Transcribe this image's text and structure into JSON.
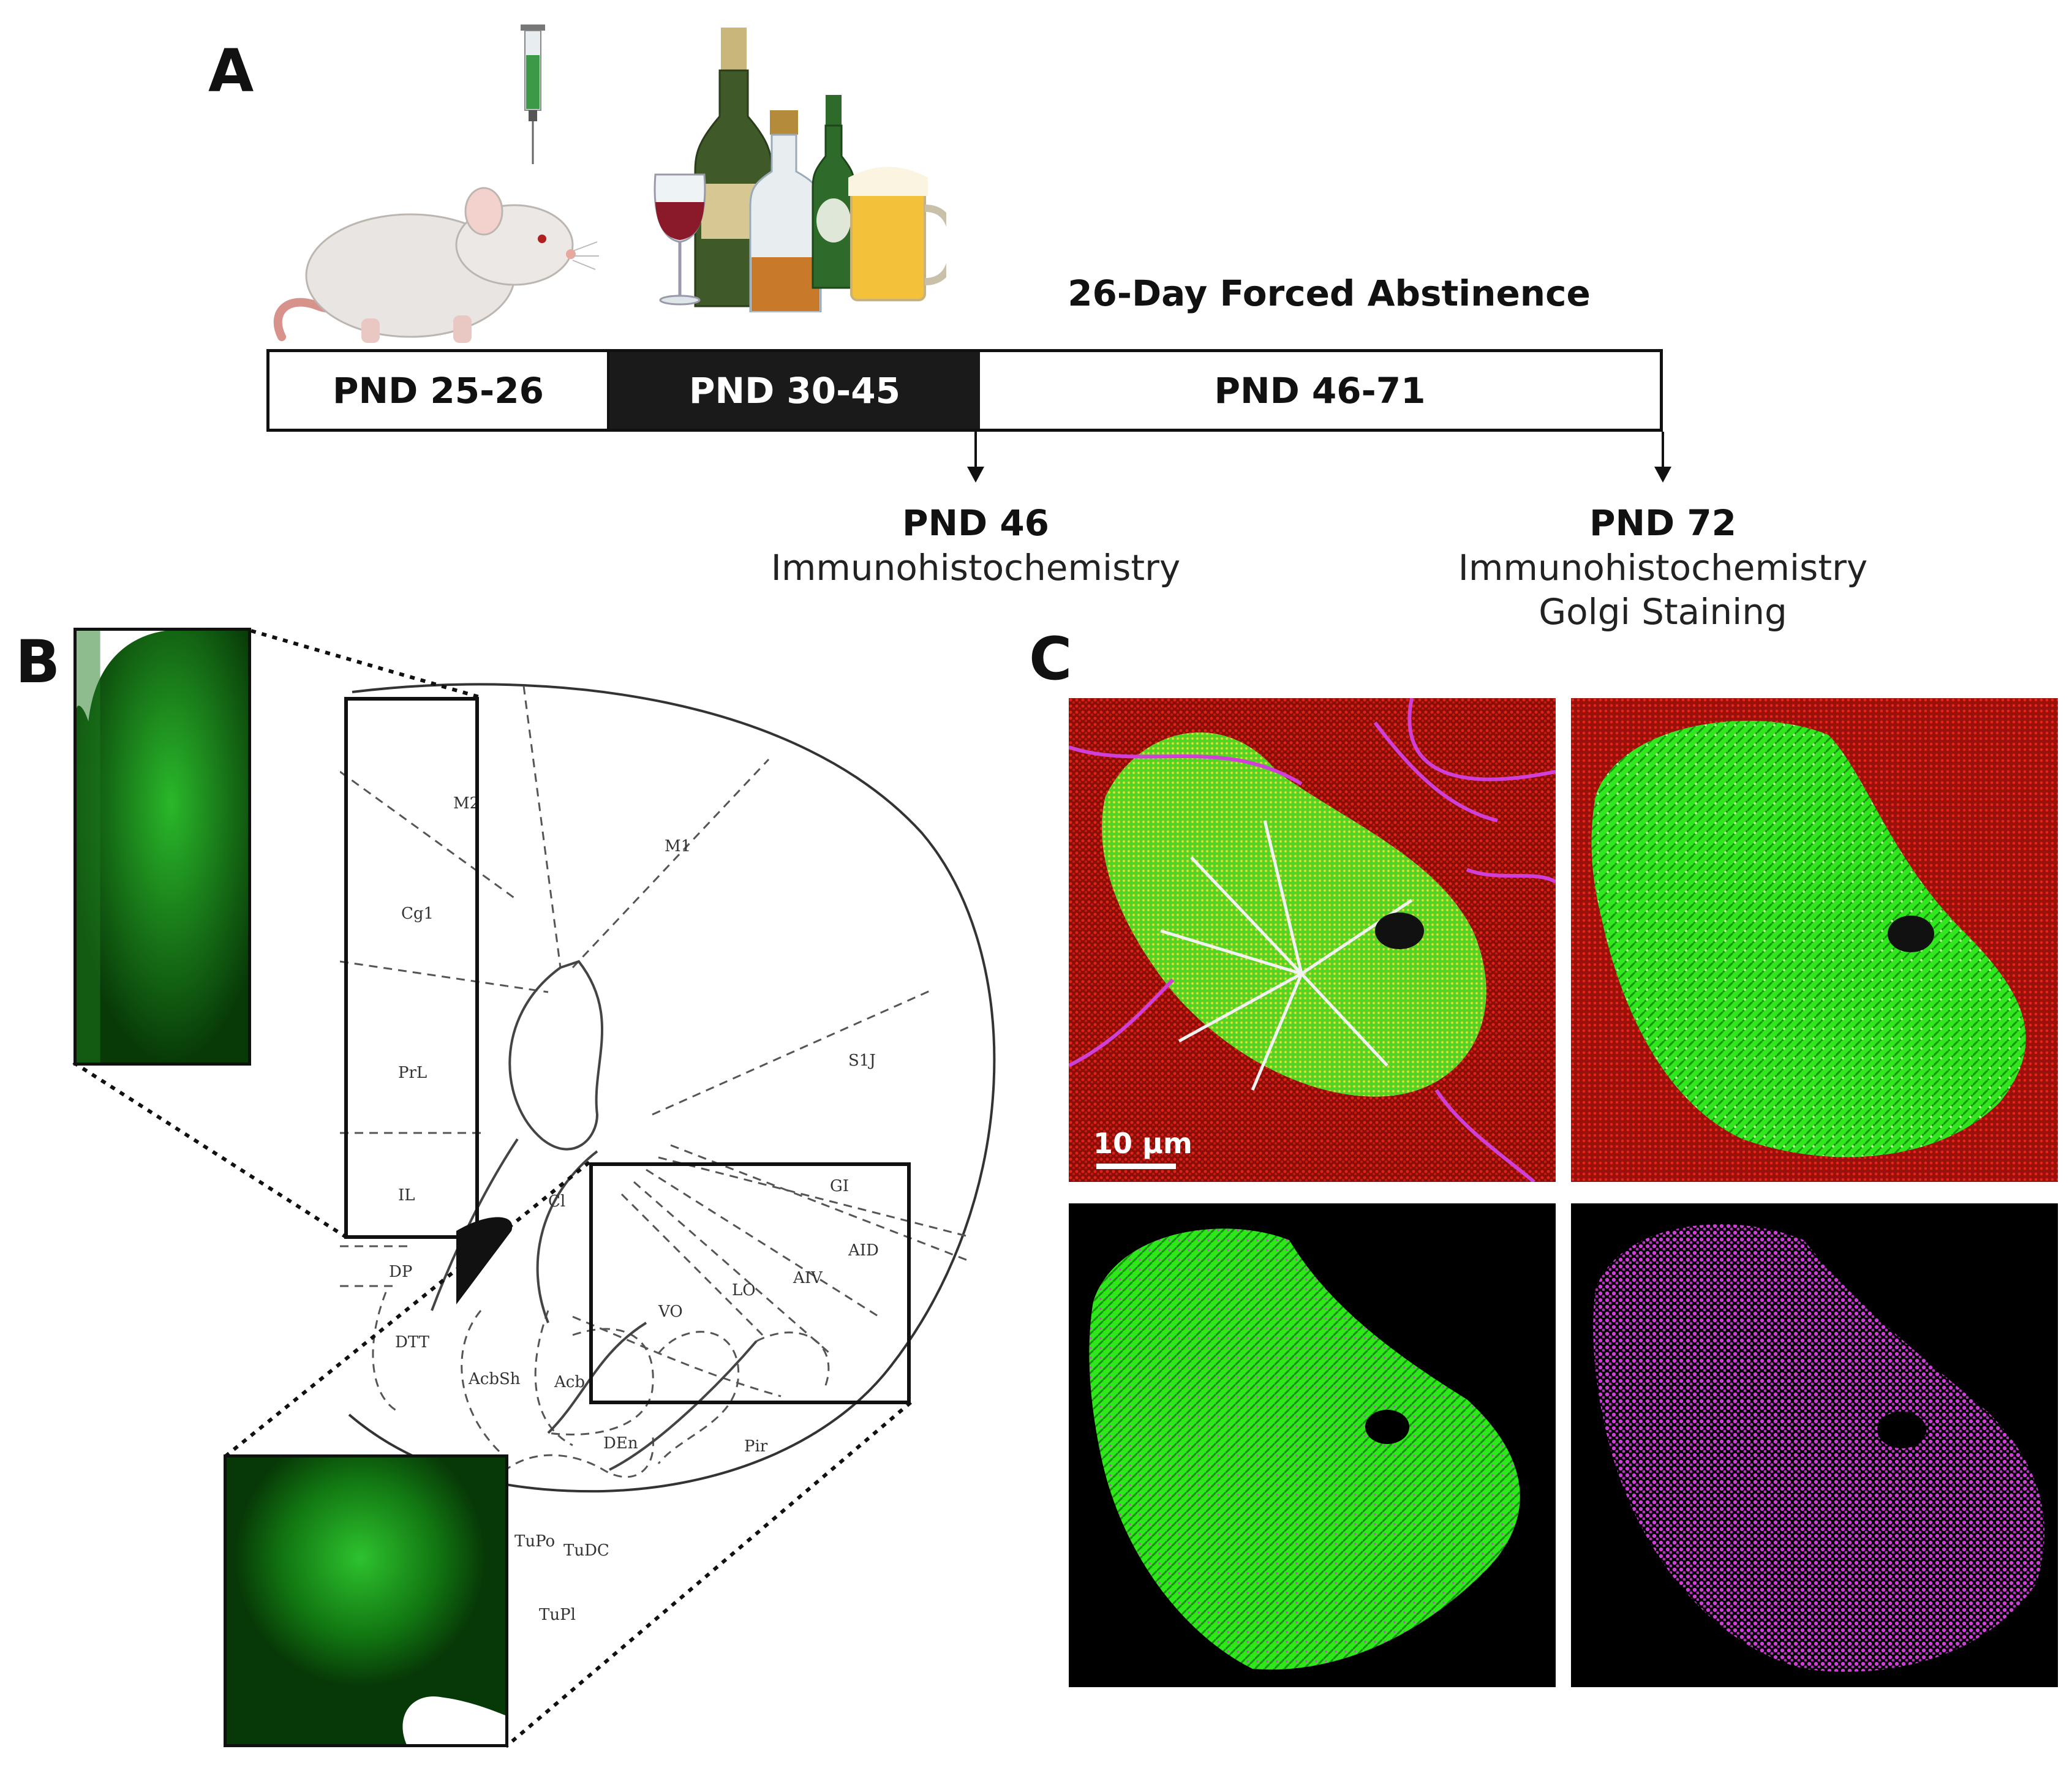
{
  "panels": {
    "a": "A",
    "b": "B",
    "c": "C"
  },
  "timeline": {
    "header": "26-Day Forced Abstinence",
    "segments": [
      "PND 25-26",
      "PND 30-45",
      "PND 46-71"
    ],
    "markers": [
      {
        "title": "PND 46",
        "lines": [
          "Immunohistochemistry"
        ]
      },
      {
        "title": "PND 72",
        "lines": [
          "Immunohistochemistry",
          "Golgi Staining"
        ]
      }
    ]
  },
  "atlas_regions": [
    "M2",
    "M1",
    "Cg1",
    "PrL",
    "S1J",
    "IL",
    "Cl",
    "GI",
    "AID",
    "AIV",
    "DP",
    "LO",
    "VO",
    "DTT",
    "AcbSh",
    "Acb",
    "DEn",
    "Pir",
    "TuPo",
    "TuDC",
    "TuPl"
  ],
  "scale_bar": "10 μm",
  "colors": {
    "green": "#2ee81c",
    "red": "#d41a10",
    "magenta": "#d040d8",
    "black": "#000000",
    "timeline_dark": "#1a1a1a"
  },
  "icons": [
    "rat-icon",
    "syringe-icon",
    "bottles-icon",
    "wine-glass-icon",
    "beer-mug-icon"
  ]
}
